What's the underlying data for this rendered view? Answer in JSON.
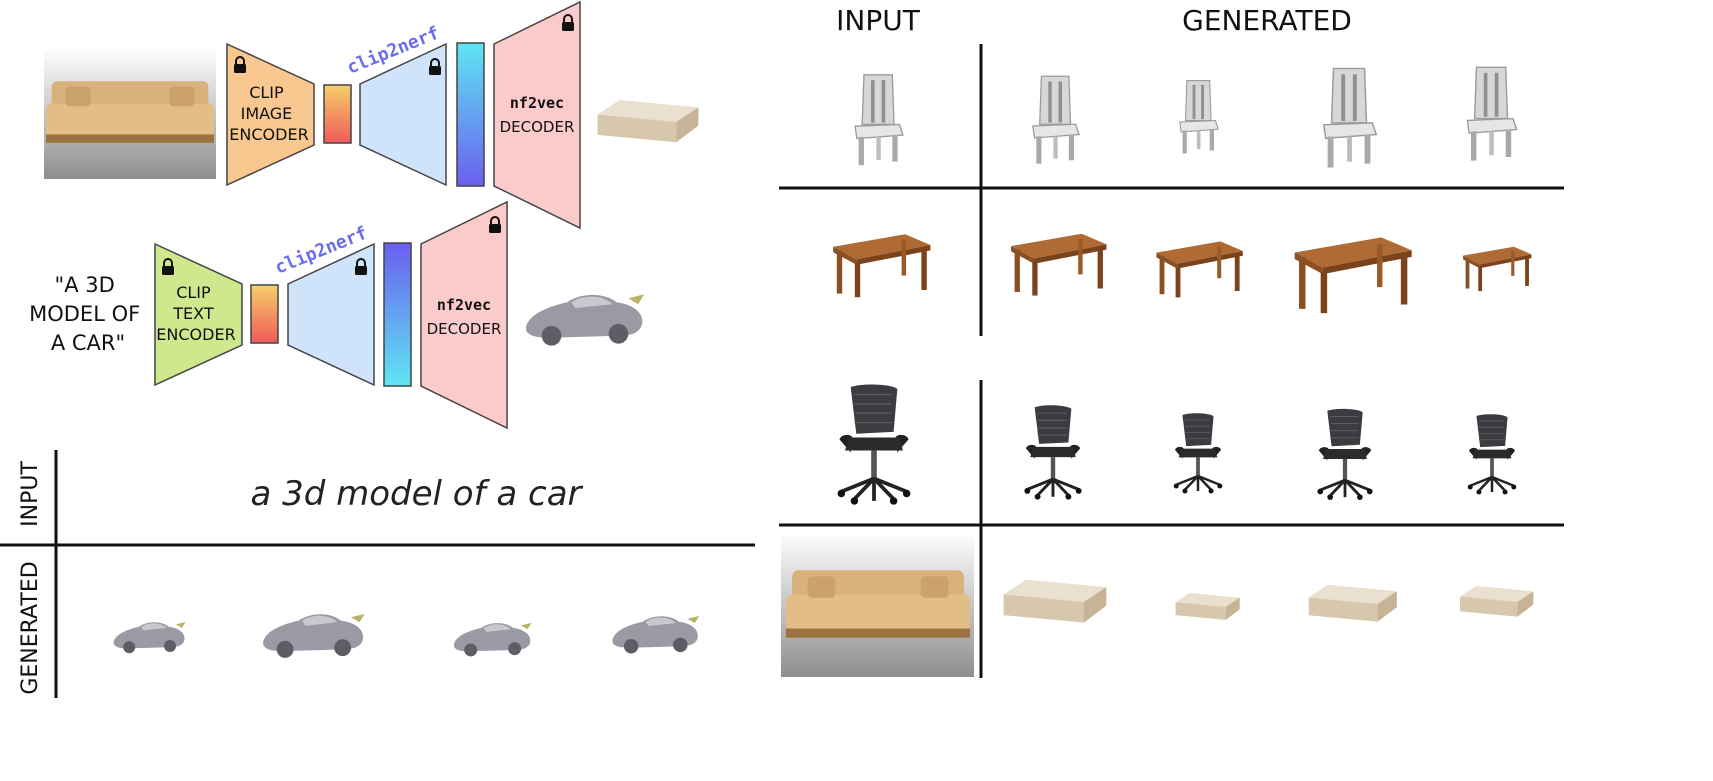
{
  "pipeline_image": {
    "encoder": [
      "CLIP",
      "IMAGE",
      "ENCODER"
    ],
    "tag": "clip2nerf",
    "decoder": [
      "nf2vec",
      "DECODER"
    ]
  },
  "pipeline_text": {
    "prompt": [
      "\"A 3D",
      "MODEL OF",
      "A CAR\""
    ],
    "encoder": [
      "CLIP",
      "TEXT",
      "ENCODER"
    ],
    "tag": "clip2nerf",
    "decoder": [
      "nf2vec",
      "DECODER"
    ]
  },
  "text_demo": {
    "input_label": "INPUT",
    "generated_label": "GENERATED",
    "query": "a 3d model of a car"
  },
  "grid": {
    "input_header": "INPUT",
    "generated_header": "GENERATED",
    "rows": [
      {
        "input": "chair",
        "generated": [
          "chair",
          "chair",
          "chair",
          "chair"
        ]
      },
      {
        "input": "table",
        "generated": [
          "table",
          "table",
          "table",
          "table"
        ]
      },
      {
        "input": "office-chair",
        "generated": [
          "office-chair",
          "office-chair",
          "office-chair",
          "office-chair"
        ]
      },
      {
        "input": "sofa",
        "generated": [
          "sofa",
          "sofa",
          "sofa",
          "sofa"
        ]
      }
    ]
  },
  "colors": {
    "clip_image_encoder": "#f8c890",
    "clip_text_encoder": "#cfe88e",
    "clip2nerf_block": "#cfe3fb",
    "decoder": "#fbcaca",
    "tag_text": "#6b6df0"
  }
}
